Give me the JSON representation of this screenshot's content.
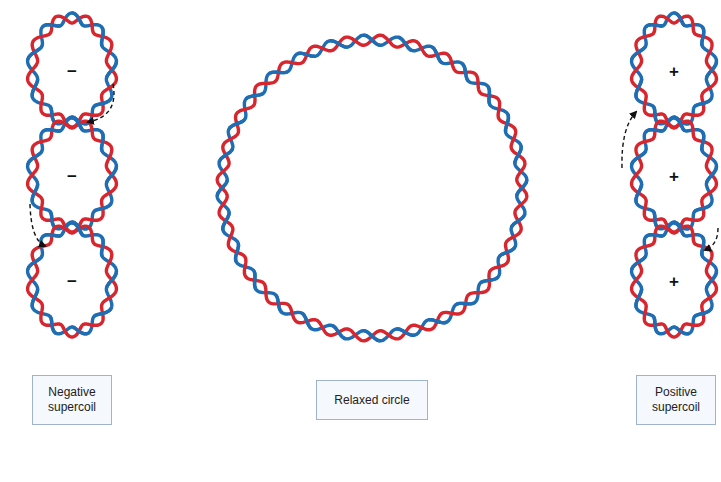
{
  "diagram": {
    "nodes": [
      {
        "text": [
          "Negative supercoil"
        ]
      },
      {
        "text": [
          "Relaxed circle"
        ]
      },
      {
        "text": [
          "Positive supercoil"
        ]
      }
    ],
    "labels": [
      "−",
      "−",
      "−",
      "+",
      "+",
      "+"
    ]
  }
}
